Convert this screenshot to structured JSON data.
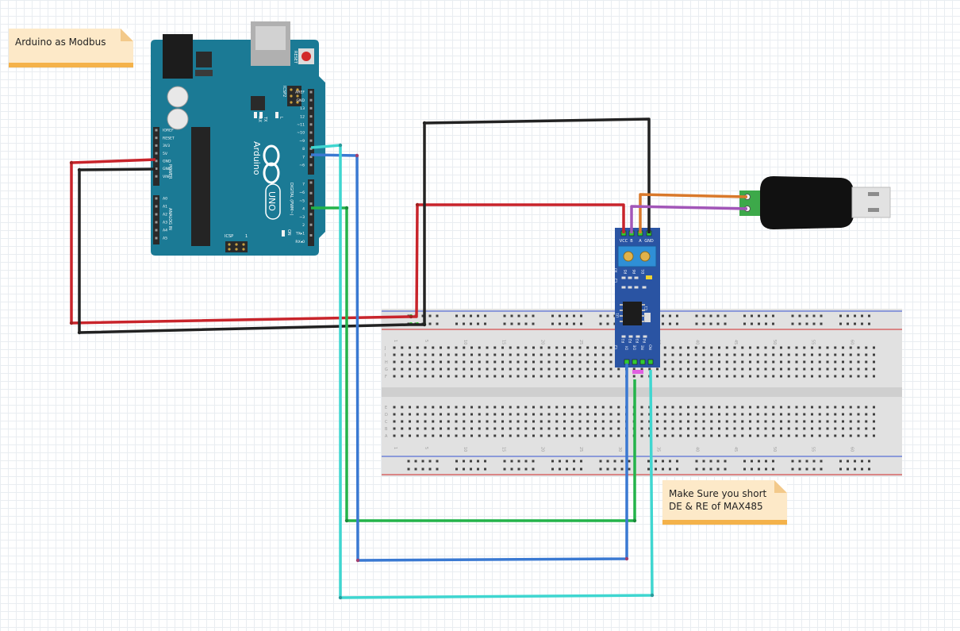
{
  "notes": {
    "arduino_title": "Arduino as Modbus",
    "max485_warning": "Make Sure you short\n DE  & RE of MAX485"
  },
  "arduino": {
    "brand": "Arduino",
    "model": "UNO",
    "power_pins": [
      "IOREF",
      "RESET",
      "3V3",
      "5V",
      "GND",
      "GND",
      "VIN"
    ],
    "power_label": "POWER",
    "analog_pins": [
      "A0",
      "A1",
      "A2",
      "A3",
      "A4",
      "A5"
    ],
    "analog_label": "ANALOG IN",
    "digital_pins": [
      "AREF",
      "GND",
      "13",
      "12",
      "~11",
      "~10",
      "~9",
      "8",
      "7",
      "~6",
      "~5",
      "4",
      "~3",
      "2",
      "TX▸1",
      "RX◂0"
    ],
    "digital_label": "DIGITAL (PWM~)",
    "tx_led": "TX",
    "rx_led": "RX",
    "l_led": "L",
    "reset_label": "RESET",
    "icsp2_label": "ICSP2",
    "icsp_label": "ICSP",
    "on_label": "ON",
    "one_label": "1"
  },
  "rs485_module": {
    "top_pins": [
      "VCC",
      "B",
      "A",
      "GND"
    ],
    "bottom_pins": [
      "DI",
      "DE",
      "RE",
      "RO"
    ],
    "labels": {
      "c1": "C1",
      "u1": "U1",
      "r1": "R1",
      "r2": "R2",
      "r3": "R3",
      "r4": "R4",
      "d1": "D1",
      "c2": "C2",
      "r5": "R5",
      "r6": "R6",
      "r7": "R7",
      "c2b": "C2"
    }
  },
  "breadboard": {
    "column_numbers": [
      "1",
      "5",
      "10",
      "15",
      "20",
      "25",
      "30",
      "35",
      "40",
      "45",
      "50",
      "55",
      "60"
    ],
    "row_letters_top": [
      "J",
      "I",
      "H",
      "G",
      "F"
    ],
    "row_letters_bottom": [
      "E",
      "D",
      "C",
      "B",
      "A"
    ]
  },
  "colors": {
    "wire_red": "#c8242b",
    "wire_black": "#222222",
    "wire_green": "#24b34a",
    "wire_blue": "#3a79d2",
    "wire_cyan": "#3fd6d0",
    "wire_orange": "#d9792b",
    "wire_purple": "#a256b8",
    "arduino_board": "#1b7a95",
    "module_board": "#2a54a3",
    "breadboard": "#e1e1e1",
    "note_fill": "#fde9c8",
    "note_strip": "#f4b24a"
  }
}
